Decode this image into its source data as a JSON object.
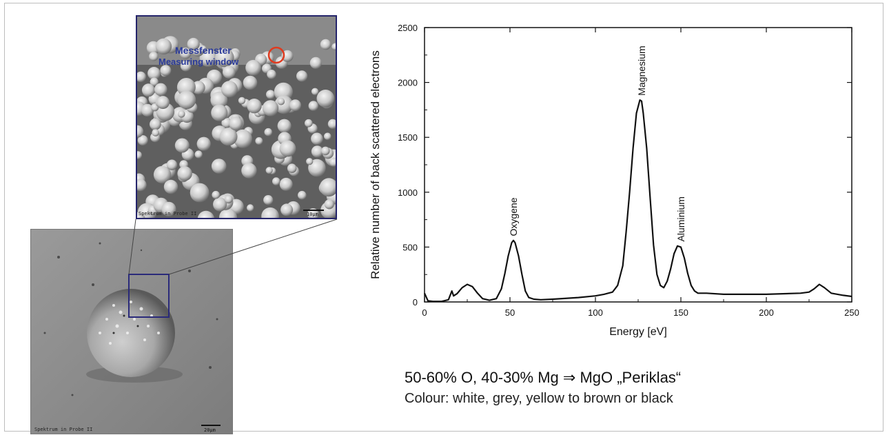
{
  "sem": {
    "zoom_label_de": "Messfenster",
    "zoom_label_en": "Measuring window",
    "caption_large": "Spektrum in Probe II",
    "caption_zoom": "Spektrum in Probe II",
    "scalebar_large": "20µm",
    "scalebar_zoom": "10µm",
    "box_color": "#24246b",
    "window_marker_color": "#e03a1e"
  },
  "chart_data": {
    "type": "line",
    "title": "",
    "xlabel": "Energy  [eV]",
    "ylabel": "Relative number of back scattered electrons",
    "xlim": [
      0,
      250
    ],
    "ylim": [
      0,
      2500
    ],
    "xticks": [
      0,
      50,
      100,
      150,
      200,
      250
    ],
    "yticks": [
      0,
      500,
      1000,
      1500,
      2000,
      2500
    ],
    "grid": false,
    "series": [
      {
        "x": [
          0,
          2,
          5,
          10,
          14,
          16,
          17,
          19,
          22,
          25,
          28,
          31,
          34,
          38,
          42,
          45,
          47,
          49,
          51,
          52,
          53,
          55,
          57,
          59,
          61,
          64,
          68,
          75,
          90,
          100,
          105,
          110,
          113,
          116,
          118,
          120,
          122,
          124,
          126,
          127,
          128,
          130,
          132,
          134,
          136,
          138,
          140,
          142,
          144,
          146,
          148,
          150,
          152,
          154,
          156,
          158,
          160,
          165,
          175,
          200,
          220,
          225,
          228,
          231,
          234,
          238,
          245,
          250
        ],
        "y": [
          80,
          10,
          5,
          5,
          20,
          100,
          55,
          75,
          130,
          160,
          140,
          80,
          30,
          15,
          30,
          120,
          260,
          420,
          540,
          560,
          540,
          420,
          250,
          100,
          40,
          25,
          20,
          25,
          40,
          55,
          70,
          90,
          150,
          330,
          640,
          1000,
          1400,
          1720,
          1840,
          1830,
          1720,
          1400,
          950,
          520,
          250,
          150,
          130,
          190,
          300,
          440,
          510,
          500,
          400,
          260,
          150,
          100,
          80,
          80,
          70,
          70,
          80,
          90,
          120,
          160,
          130,
          80,
          60,
          50
        ]
      }
    ],
    "annotations": [
      {
        "text": "Oxygene",
        "x": 52,
        "y": 600
      },
      {
        "text": "Magnesium",
        "x": 127,
        "y": 1880
      },
      {
        "text": "Aluminium",
        "x": 150,
        "y": 550
      }
    ]
  },
  "text": {
    "formula": "50-60% O, 40-30% Mg  ⇒  MgO „Periklas“",
    "colour_line": "Colour: white, grey, yellow to brown or black"
  }
}
